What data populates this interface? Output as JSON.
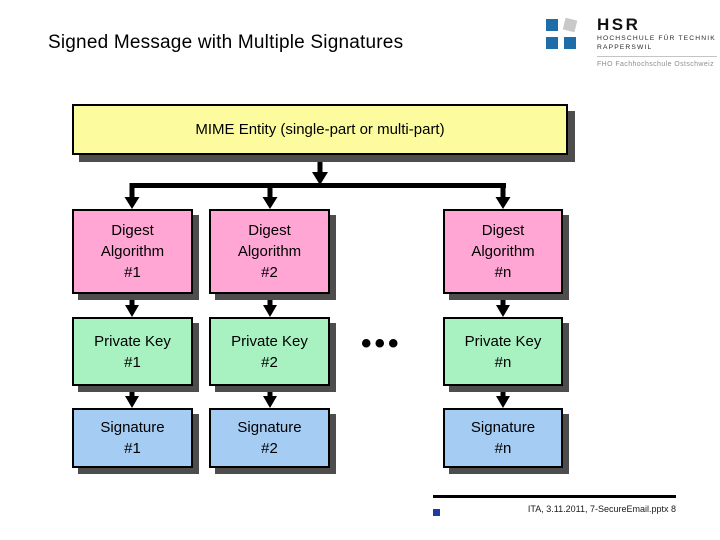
{
  "slide": {
    "title": "Signed Message with Multiple Signatures",
    "page_number_in_footer": "8"
  },
  "logo": {
    "acronym": "HSR",
    "line1": "HOCHSCHULE FÜR TECHNIK",
    "line2": "RAPPERSWIL",
    "subline": "FHO Fachhochschule Ostschweiz"
  },
  "diagram": {
    "root_label": "MIME Entity (single-part or multi-part)",
    "ellipsis": "•••",
    "columns": [
      {
        "digest": [
          "Digest",
          "Algorithm",
          "#1"
        ],
        "private_key": [
          "Private Key",
          "#1"
        ],
        "signature": [
          "Signature",
          "#1"
        ]
      },
      {
        "digest": [
          "Digest",
          "Algorithm",
          "#2"
        ],
        "private_key": [
          "Private Key",
          "#2"
        ],
        "signature": [
          "Signature",
          "#2"
        ]
      },
      {
        "digest": [
          "Digest",
          "Algorithm",
          "#n"
        ],
        "private_key": [
          "Private Key",
          "#n"
        ],
        "signature": [
          "Signature",
          "#n"
        ]
      }
    ]
  },
  "footer": {
    "text": "ITA, 3.11.2011, 7-SecureEmail.pptx 8"
  },
  "colors": {
    "yellow": "#FCFC9E",
    "pink": "#FFA6D5",
    "green": "#A8F2C2",
    "blue": "#A5CCF3",
    "shadow": "#4D4D4D",
    "arrow": "#000000",
    "logo_blue": "#1E6CA8",
    "logo_gray": "#C9C9C9",
    "divider_gray": "#C4C4C4",
    "footer_blue": "#1F3BA6"
  }
}
